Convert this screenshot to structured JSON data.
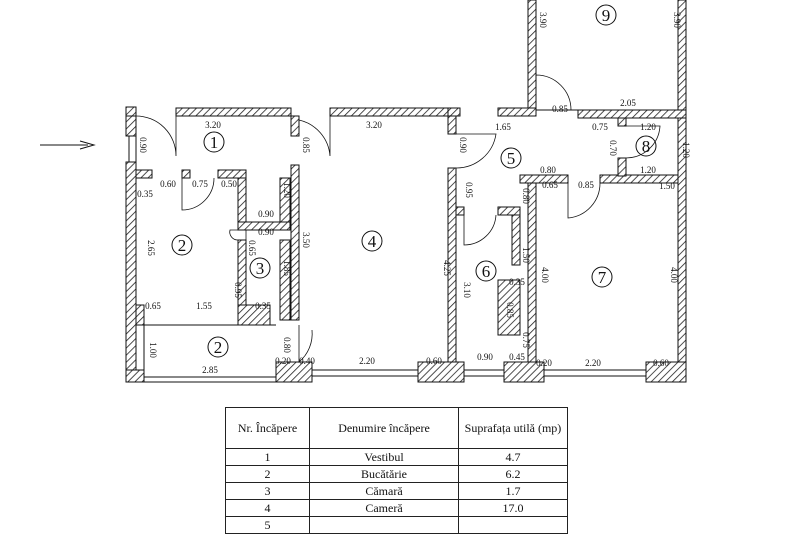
{
  "rooms": [
    {
      "num": "1"
    },
    {
      "num": "2"
    },
    {
      "num": "2"
    },
    {
      "num": "3"
    },
    {
      "num": "4"
    },
    {
      "num": "5"
    },
    {
      "num": "6"
    },
    {
      "num": "7"
    },
    {
      "num": "8"
    },
    {
      "num": "9"
    }
  ],
  "dimensions": [
    "3.90",
    "3.90",
    "0.85",
    "2.05",
    "3.20",
    "0.90",
    "3.20",
    "1.65",
    "0.75",
    "1.20",
    "0.85",
    "0.90",
    "0.70",
    "1.20",
    "0.80",
    "1.20",
    "0.35",
    "0.60",
    "0.75",
    "0.50",
    "1.20",
    "0.95",
    "0.80",
    "0.65",
    "0.85",
    "1.50",
    "0.90",
    "0.90",
    "2.65",
    "0.65",
    "3.50",
    "1.85",
    "1.50",
    "4.25",
    "4.00",
    "4.00",
    "0.95",
    "3.10",
    "0.35",
    "0.85",
    "0.65",
    "1.55",
    "0.35",
    "0.80",
    "0.75",
    "1.00",
    "0.20",
    "0.40",
    "2.20",
    "0.60",
    "0.90",
    "0.45",
    "0.20",
    "2.20",
    "0.60",
    "2.85"
  ],
  "table": {
    "headers": [
      "Nr. Încăpere",
      "Denumire încăpere",
      "Suprafața utilă (mp)"
    ],
    "rows": [
      {
        "nr": "1",
        "name": "Vestibul",
        "area": "4.7"
      },
      {
        "nr": "2",
        "name": "Bucătărie",
        "area": "6.2"
      },
      {
        "nr": "3",
        "name": "Cămară",
        "area": "1.7"
      },
      {
        "nr": "4",
        "name": "Cameră",
        "area": "17.0"
      },
      {
        "nr": "5",
        "name": "",
        "area": ""
      }
    ]
  },
  "colors": {
    "ink": "#111111",
    "hatch": "#222222"
  }
}
